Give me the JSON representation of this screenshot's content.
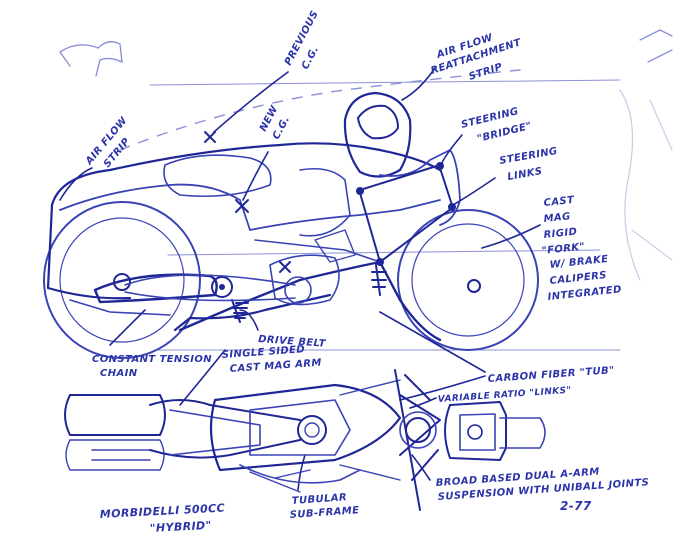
{
  "labels": {
    "previous_cg": [
      "PREVIOUS",
      "C.G."
    ],
    "new_cg": [
      "NEW",
      "C.G."
    ],
    "airflow_reattach": [
      "AIR FLOW",
      "REATTACHMENT",
      "STRIP"
    ],
    "airflow_strip": [
      "AIR FLOW",
      "STRIP"
    ],
    "steering_bridge": [
      "STEERING",
      "\"BRIDGE\""
    ],
    "steering_links": [
      "STEERING",
      "LINKS"
    ],
    "cast_mag_fork": [
      "CAST",
      "MAG",
      "RIGID",
      "\"FORK\"",
      "W/ BRAKE",
      "CALIPERS",
      "INTEGRATED"
    ],
    "drive_belt": "DRIVE BELT",
    "constant_tension": [
      "CONSTANT TENSION",
      "CHAIN"
    ],
    "single_sided": [
      "SINGLE SIDED",
      "CAST MAG ARM"
    ],
    "carbon_tub": "CARBON FIBER \"TUB\"",
    "variable_ratio": "VARIABLE RATIO \"LINKS\"",
    "broad_based": [
      "BROAD BASED DUAL A-ARM",
      "SUSPENSION WITH UNIBALL JOINTS"
    ],
    "tubular_subframe": [
      "TUBULAR",
      "SUB-FRAME"
    ],
    "title_note": [
      "MORBIDELLI 500CC",
      "\"HYBRID\""
    ],
    "date": "2-77"
  },
  "colors": {
    "ink": "#2b34a8",
    "paper": "#ffffff"
  }
}
